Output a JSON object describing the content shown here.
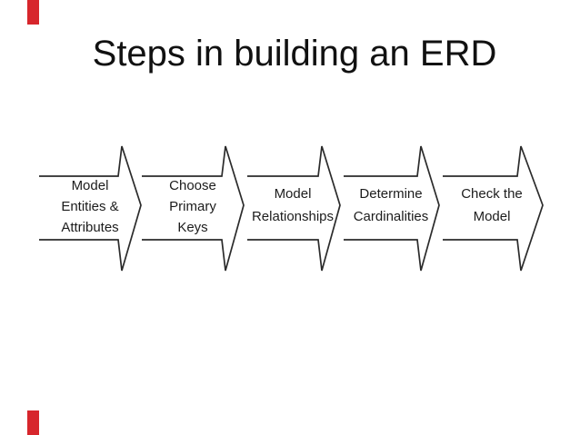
{
  "slide": {
    "title": "Steps in building an ERD"
  },
  "diagram": {
    "type": "process-flow-arrows",
    "direction": "left-to-right",
    "steps": [
      {
        "label": "Model\nEntities &\nAttributes"
      },
      {
        "label": "Choose\nPrimary\nKeys"
      },
      {
        "label": "Model\nRelationships"
      },
      {
        "label": "Determine\nCardinalities"
      },
      {
        "label": "Check the\nModel"
      }
    ]
  },
  "colors": {
    "background": "#ffffff",
    "text": "#1c1c1c",
    "shape_outline": "#2b2b2b",
    "accent_red": "#d7262c"
  }
}
